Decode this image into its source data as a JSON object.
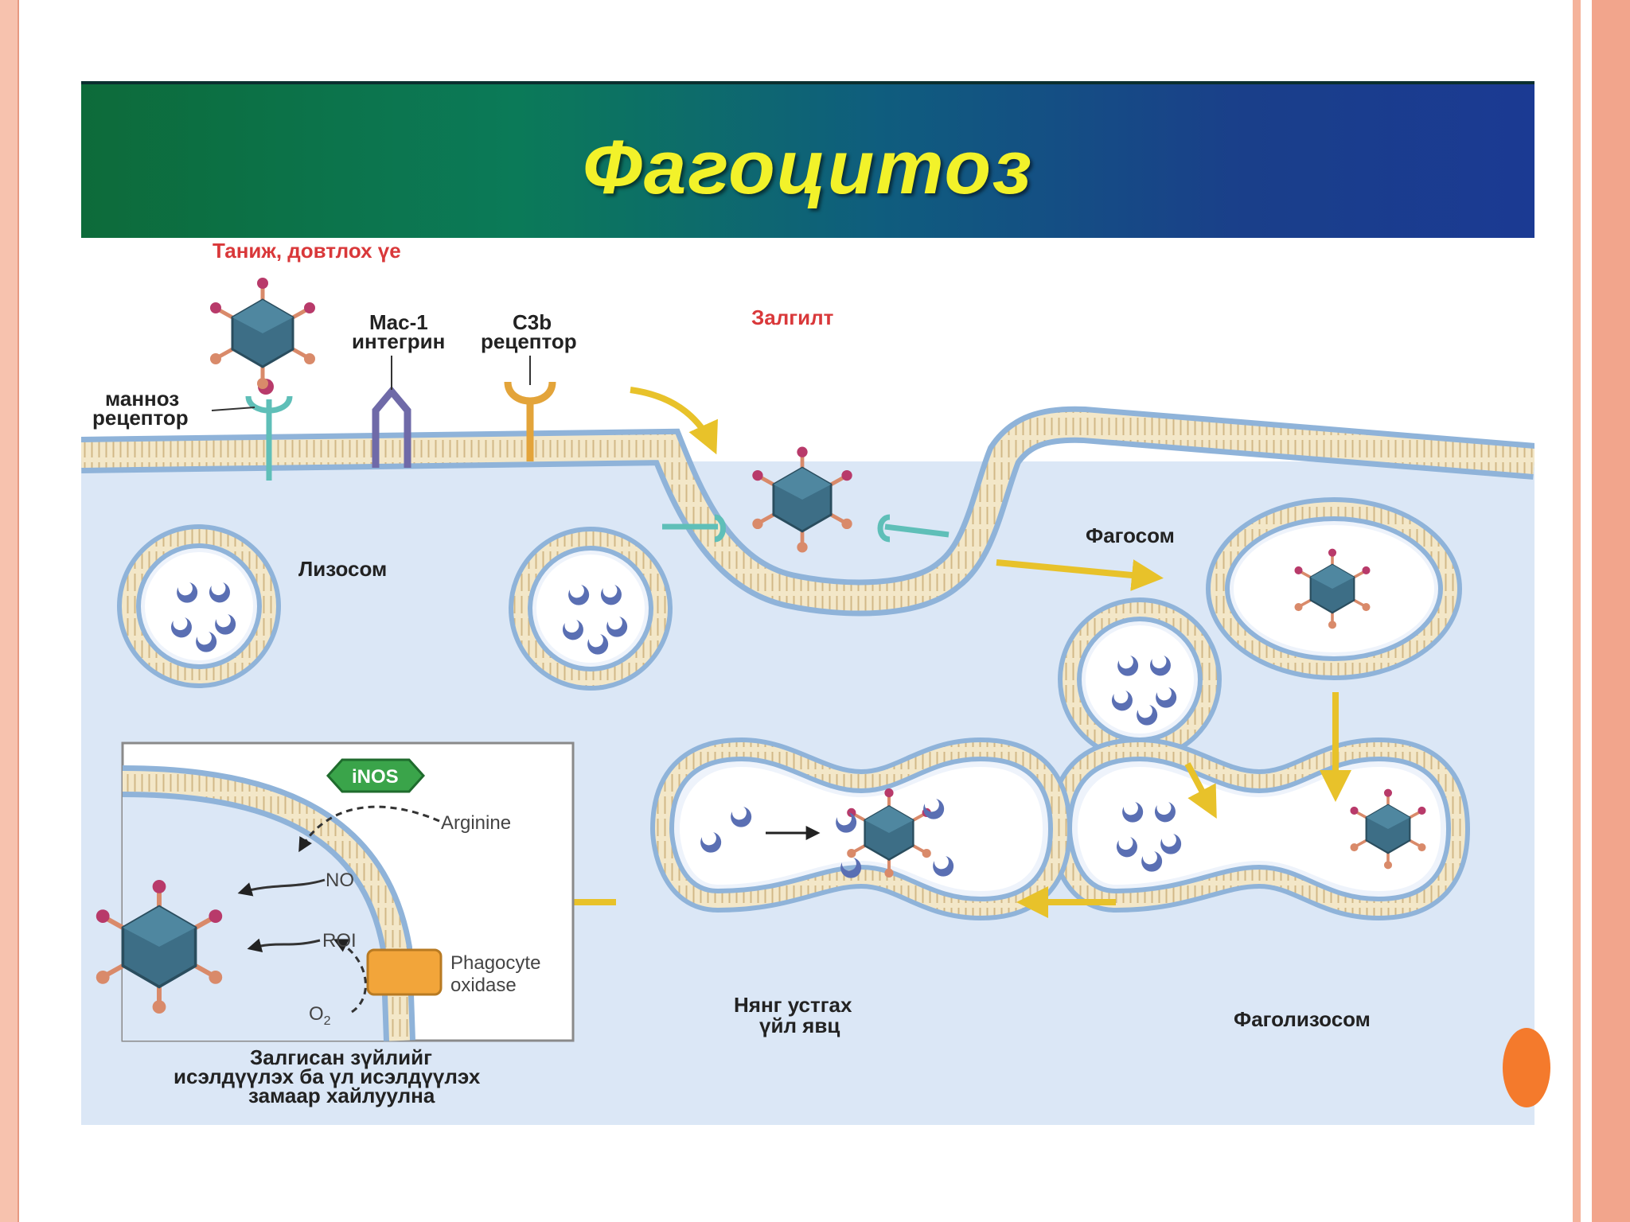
{
  "title": "Фагоцитоз",
  "labels": {
    "stage_recognition": "Таниж, довтлох үе",
    "mac1_line1": "Mac-1",
    "mac1_line2": "интегрин",
    "c3b_line1": "C3b",
    "c3b_line2": "рецептор",
    "mannose_line1": "манноз",
    "mannose_line2": "рецептор",
    "engulfment": "Залгилт",
    "lysosome": "Лизосом",
    "phagosome": "Фагосом",
    "phagolysosome": "Фаголизосом",
    "killing_line1": "Нянг устгах",
    "killing_line2": "үйл явц",
    "inset_caption_line1": "Залгисан зүйлийг",
    "inset_caption_line2": "исэлдүүлэх ба үл исэлдүүлэх",
    "inset_caption_line3": "замаар хайлуулна"
  },
  "inset": {
    "inos": "iNOS",
    "arginine": "Arginine",
    "no": "NO",
    "roi": "ROI",
    "oxidase_line1": "Phagocyte",
    "oxidase_line2": "oxidase",
    "o2": "O",
    "o2_sub": "2"
  },
  "colors": {
    "banner_title": "#f2f22a",
    "stage_label": "#d9383a",
    "arrow": "#e8c22a",
    "membrane": "#8fb3d9",
    "cytoplasm": "#dbe7f6"
  }
}
